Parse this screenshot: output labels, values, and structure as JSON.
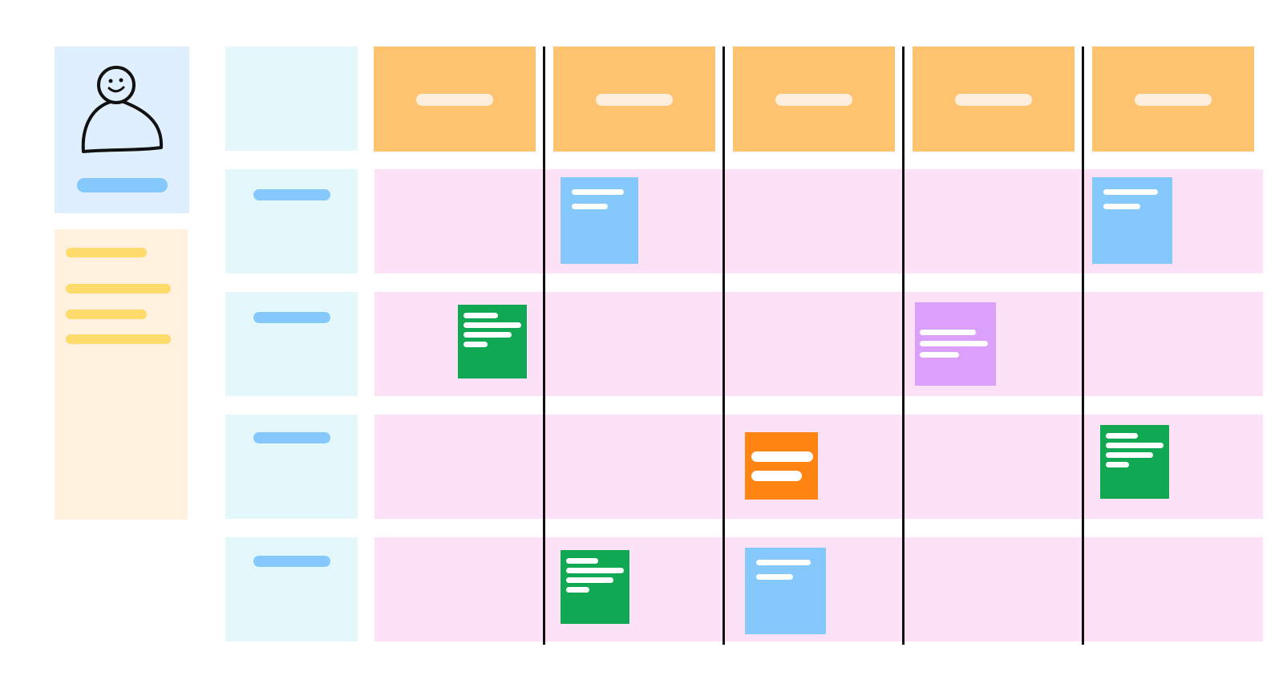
{
  "colors": {
    "persona_bg": "#dfeffd",
    "persona_name": "#85c8fb",
    "notes_bg": "#fff1de",
    "note_line": "#fedb6a",
    "row_header_bg": "#e4f8fc",
    "row_label": "#85c8fb",
    "column_header_bg": "#fec36f",
    "column_label": "#fdeede",
    "lane_bg": "#fde2f7",
    "divider": "#111111",
    "sticky_line": "#ffffff"
  },
  "persona": {
    "icon": "person-sketch-icon"
  },
  "notes": {
    "line_count": 4
  },
  "columns": {
    "count": 5
  },
  "rows": {
    "count": 4
  },
  "stickies": [
    {
      "color": "#85c8fb",
      "kind": "blue",
      "row": 1,
      "column": 2
    },
    {
      "color": "#85c8fb",
      "kind": "blue",
      "row": 1,
      "column": 5
    },
    {
      "color": "#10a853",
      "kind": "green",
      "row": 2,
      "column": 1
    },
    {
      "color": "#dba0fb",
      "kind": "purple",
      "row": 2,
      "column": 4
    },
    {
      "color": "#ff8412",
      "kind": "orange",
      "row": 3,
      "column": 3
    },
    {
      "color": "#10a853",
      "kind": "green",
      "row": 3,
      "column": 5
    },
    {
      "color": "#10a853",
      "kind": "green",
      "row": 4,
      "column": 2
    },
    {
      "color": "#85c8fb",
      "kind": "blue",
      "row": 4,
      "column": 3
    }
  ]
}
